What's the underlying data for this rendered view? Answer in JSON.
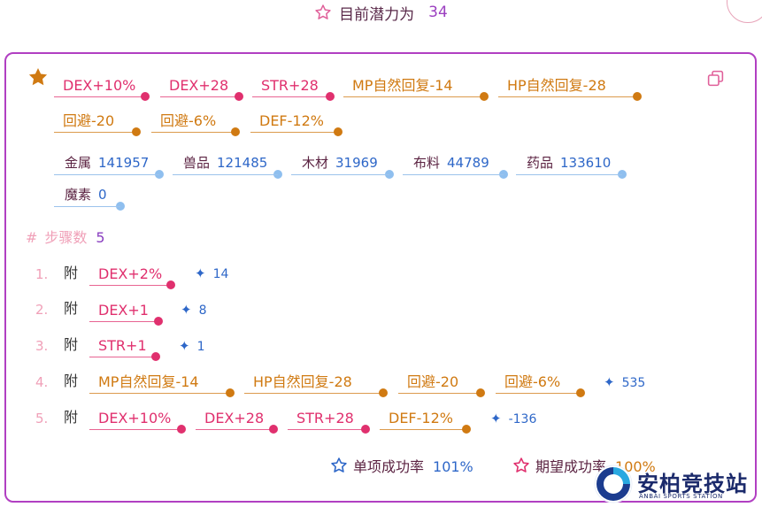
{
  "top": {
    "label": "目前潜力为",
    "value": "34"
  },
  "tags": [
    {
      "text": "DEX+10%",
      "tone": "pink"
    },
    {
      "text": "DEX+28",
      "tone": "pink"
    },
    {
      "text": "STR+28",
      "tone": "pink"
    },
    {
      "text": "MP自然回复-14",
      "tone": "orange"
    },
    {
      "text": "HP自然回复-28",
      "tone": "orange"
    },
    {
      "text": "回避-20",
      "tone": "orange"
    },
    {
      "text": "回避-6%",
      "tone": "orange"
    },
    {
      "text": "DEF-12%",
      "tone": "orange"
    }
  ],
  "resources": [
    {
      "name": "金属",
      "value": "141957"
    },
    {
      "name": "兽品",
      "value": "121485"
    },
    {
      "name": "木材",
      "value": "31969"
    },
    {
      "name": "布料",
      "value": "44789"
    },
    {
      "name": "药品",
      "value": "133610"
    },
    {
      "name": "魔素",
      "value": "0"
    }
  ],
  "steps_header": {
    "hash": "#",
    "label": "步骤数",
    "count": "5"
  },
  "steps": [
    {
      "num": "1.",
      "action": "附",
      "tags": [
        "DEX+2%"
      ],
      "score": "14"
    },
    {
      "num": "2.",
      "action": "附",
      "tags": [
        "DEX+1"
      ],
      "score": "8"
    },
    {
      "num": "3.",
      "action": "附",
      "tags": [
        "STR+1"
      ],
      "score": "1"
    },
    {
      "num": "4.",
      "action": "附",
      "tags": [
        "MP自然回复-14",
        "HP自然回复-28",
        "回避-20",
        "回避-6%"
      ],
      "score": "535"
    },
    {
      "num": "5.",
      "action": "附",
      "tags": [
        "DEX+10%",
        "DEX+28",
        "STR+28",
        "DEF-12%"
      ],
      "score": "-136"
    }
  ],
  "footer": {
    "single_label": "单项成功率",
    "single_value": "101%",
    "expected_label": "期望成功率",
    "expected_value": "100%"
  },
  "watermark": {
    "name": "安柏竞技站",
    "sub": "ANBAI SPORTS STATION"
  },
  "colors": {
    "pink": "#e0306e",
    "orange": "#d07a12",
    "frame": "#b13fc2",
    "blue": "#2e67c8"
  },
  "icons": [
    "star-outline-icon",
    "star-filled-icon",
    "copy-icon",
    "hash-icon",
    "sparkle-icon"
  ]
}
